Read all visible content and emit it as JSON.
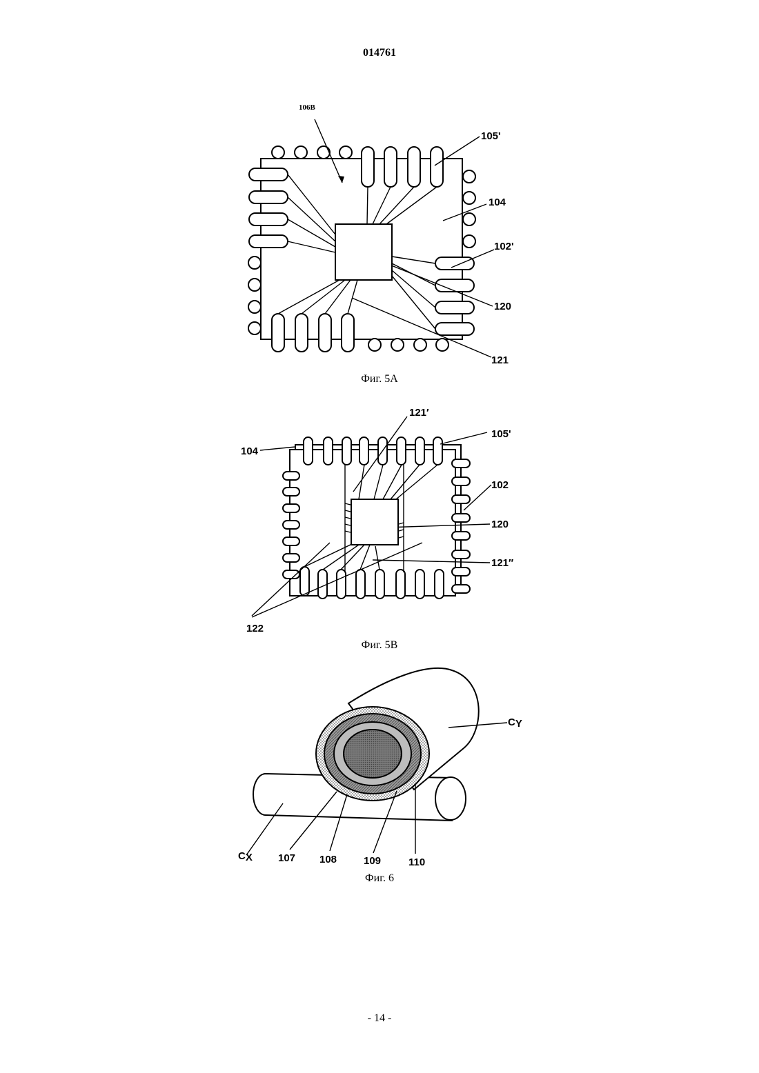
{
  "header": {
    "document_number": "014761"
  },
  "figures": [
    {
      "caption": "Фиг. 5А",
      "labels": {
        "l106b": "106B",
        "l105p": "105'",
        "l104": "104",
        "l102p": "102'",
        "l120": "120",
        "l121": "121"
      }
    },
    {
      "caption": "Фиг. 5В",
      "labels": {
        "l121p": "121′",
        "l105p": "105'",
        "l104": "104",
        "l102": "102",
        "l120": "120",
        "l121pp": "121″",
        "l122": "122"
      }
    },
    {
      "caption": "Фиг. 6",
      "labels": {
        "cy_main": "C",
        "cy_sub": "Y",
        "cx_main": "C",
        "cx_sub": "X",
        "l107": "107",
        "l108": "108",
        "l109": "109",
        "l110": "110"
      }
    }
  ],
  "footer": {
    "page_number": "- 14 -"
  }
}
